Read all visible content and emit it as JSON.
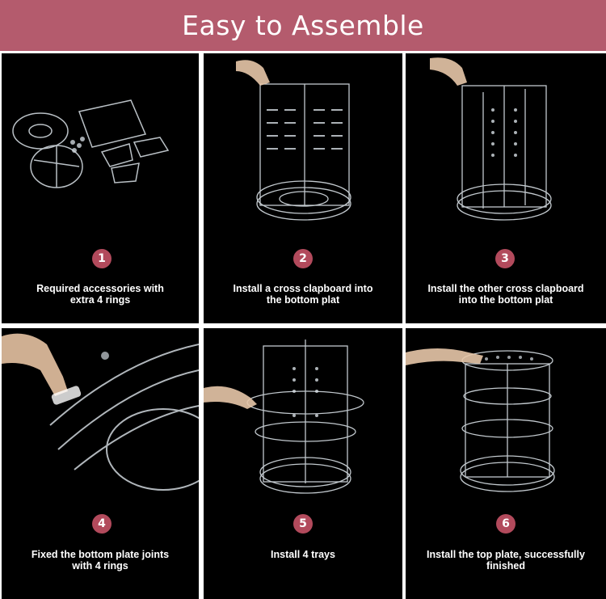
{
  "header": {
    "title": "Easy to Assemble"
  },
  "steps": [
    {
      "number": "1",
      "line1": "Required accessories with",
      "line2": "extra 4 rings",
      "icon": "accessories-parts"
    },
    {
      "number": "2",
      "line1": "Install a cross clapboard into",
      "line2": "the bottom plat",
      "icon": "clapboard-install"
    },
    {
      "number": "3",
      "line1": "Install the other cross clapboard",
      "line2": "into the bottom plat",
      "icon": "second-clapboard"
    },
    {
      "number": "4",
      "line1": "Fixed the bottom plate joints",
      "line2": "with 4 rings",
      "icon": "ring-joint"
    },
    {
      "number": "5",
      "line1": "Install 4 trays",
      "line2": "",
      "icon": "trays-install"
    },
    {
      "number": "6",
      "line1": "Install the top plate, successfully",
      "line2": "finished",
      "icon": "top-plate-finished"
    }
  ],
  "colors": {
    "banner": "#b45b6d",
    "badge": "#b24a5c",
    "panel": "#000000",
    "text": "#ffffff"
  }
}
